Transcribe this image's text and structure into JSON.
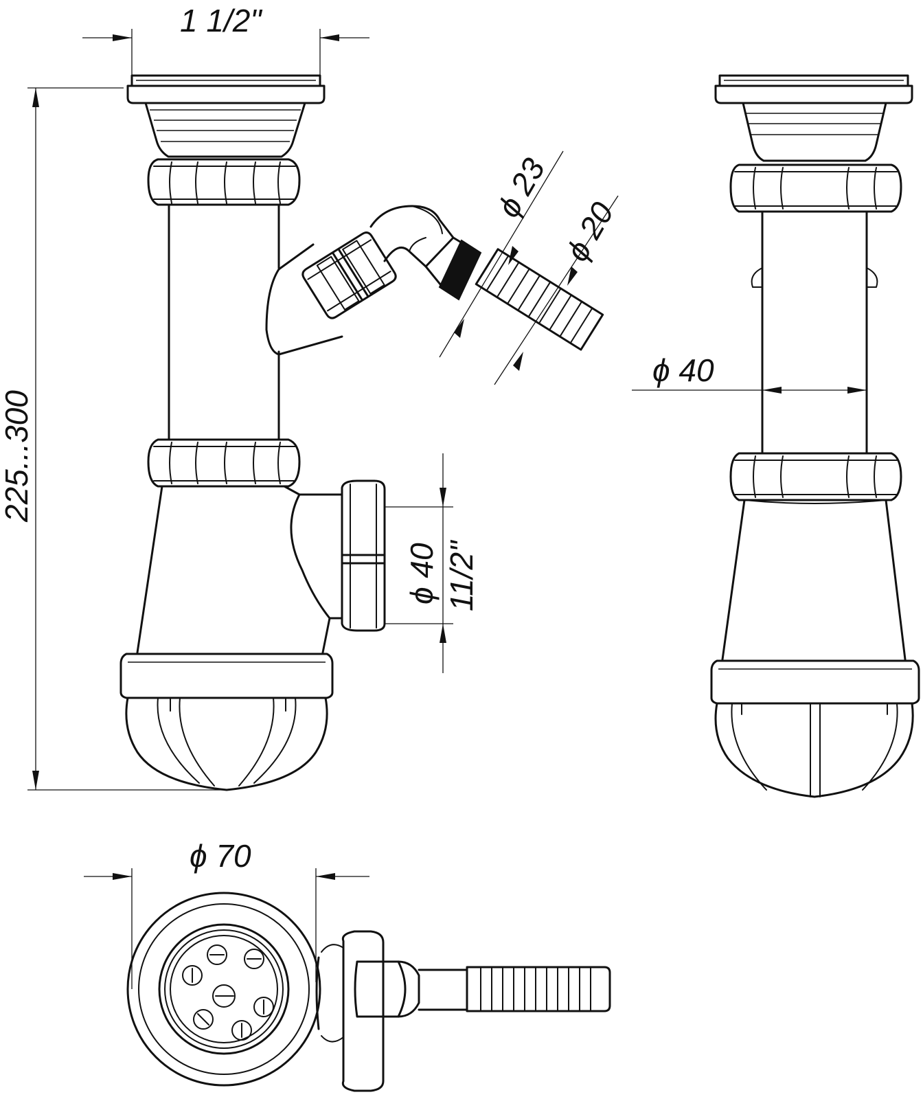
{
  "drawing": {
    "dimensions": {
      "top_thread": "1 1/2\"",
      "height_range": "225...300",
      "hose_outer": "ϕ 23",
      "hose_inner": "ϕ 20",
      "pipe_diameter": "ϕ 40",
      "outlet_diameter": "ϕ 40",
      "outlet_thread": "11/2\"",
      "grate_diameter": "ϕ 70"
    }
  }
}
